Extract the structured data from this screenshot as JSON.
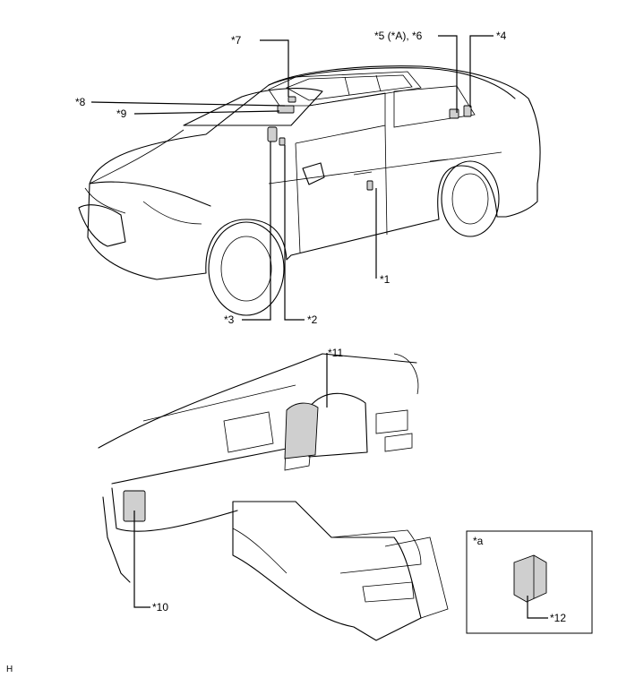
{
  "callouts": {
    "c1": "*1",
    "c2": "*2",
    "c3": "*3",
    "c4": "*4",
    "c5": "*5 (*A), *6",
    "c7": "*7",
    "c8": "*8",
    "c9": "*9",
    "c10": "*10",
    "c11": "*11",
    "c12": "*12",
    "inset_title": "*a"
  },
  "corner_mark": "H"
}
